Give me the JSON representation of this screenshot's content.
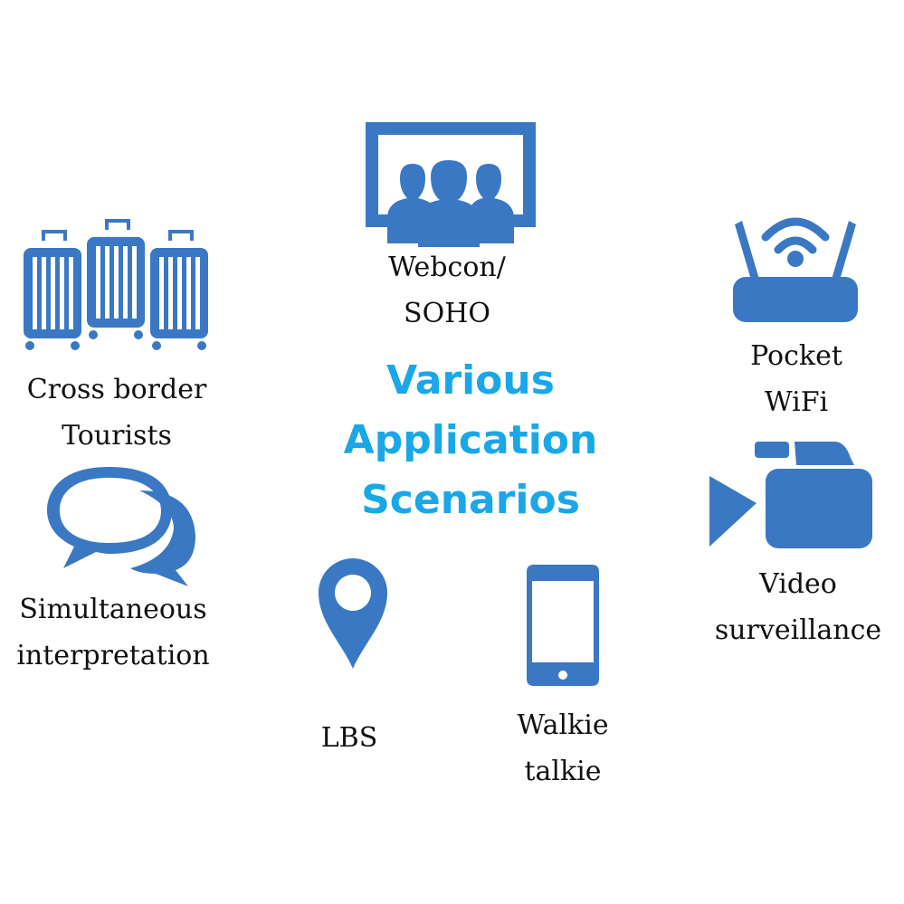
{
  "colors": {
    "icon": "#3a78c3",
    "title": "#1aa7e8",
    "text": "#111111"
  },
  "title": {
    "line1": "Various",
    "line2": "Application",
    "line3": "Scenarios"
  },
  "scenarios": {
    "webcon": {
      "icon": "presentation-group-icon",
      "line1": "Webcon/",
      "line2": "SOHO"
    },
    "tourists": {
      "icon": "suitcases-icon",
      "line1": "Cross border",
      "line2": "Tourists"
    },
    "wifi": {
      "icon": "router-icon",
      "line1": "Pocket",
      "line2": "WiFi"
    },
    "interp": {
      "icon": "speech-bubbles-icon",
      "line1": "Simultaneous",
      "line2": "interpretation"
    },
    "video": {
      "icon": "video-camera-icon",
      "line1": "Video",
      "line2": "surveillance"
    },
    "lbs": {
      "icon": "map-pin-icon",
      "line1": "LBS"
    },
    "walkie": {
      "icon": "smartphone-icon",
      "line1": "Walkie",
      "line2": "talkie"
    }
  }
}
